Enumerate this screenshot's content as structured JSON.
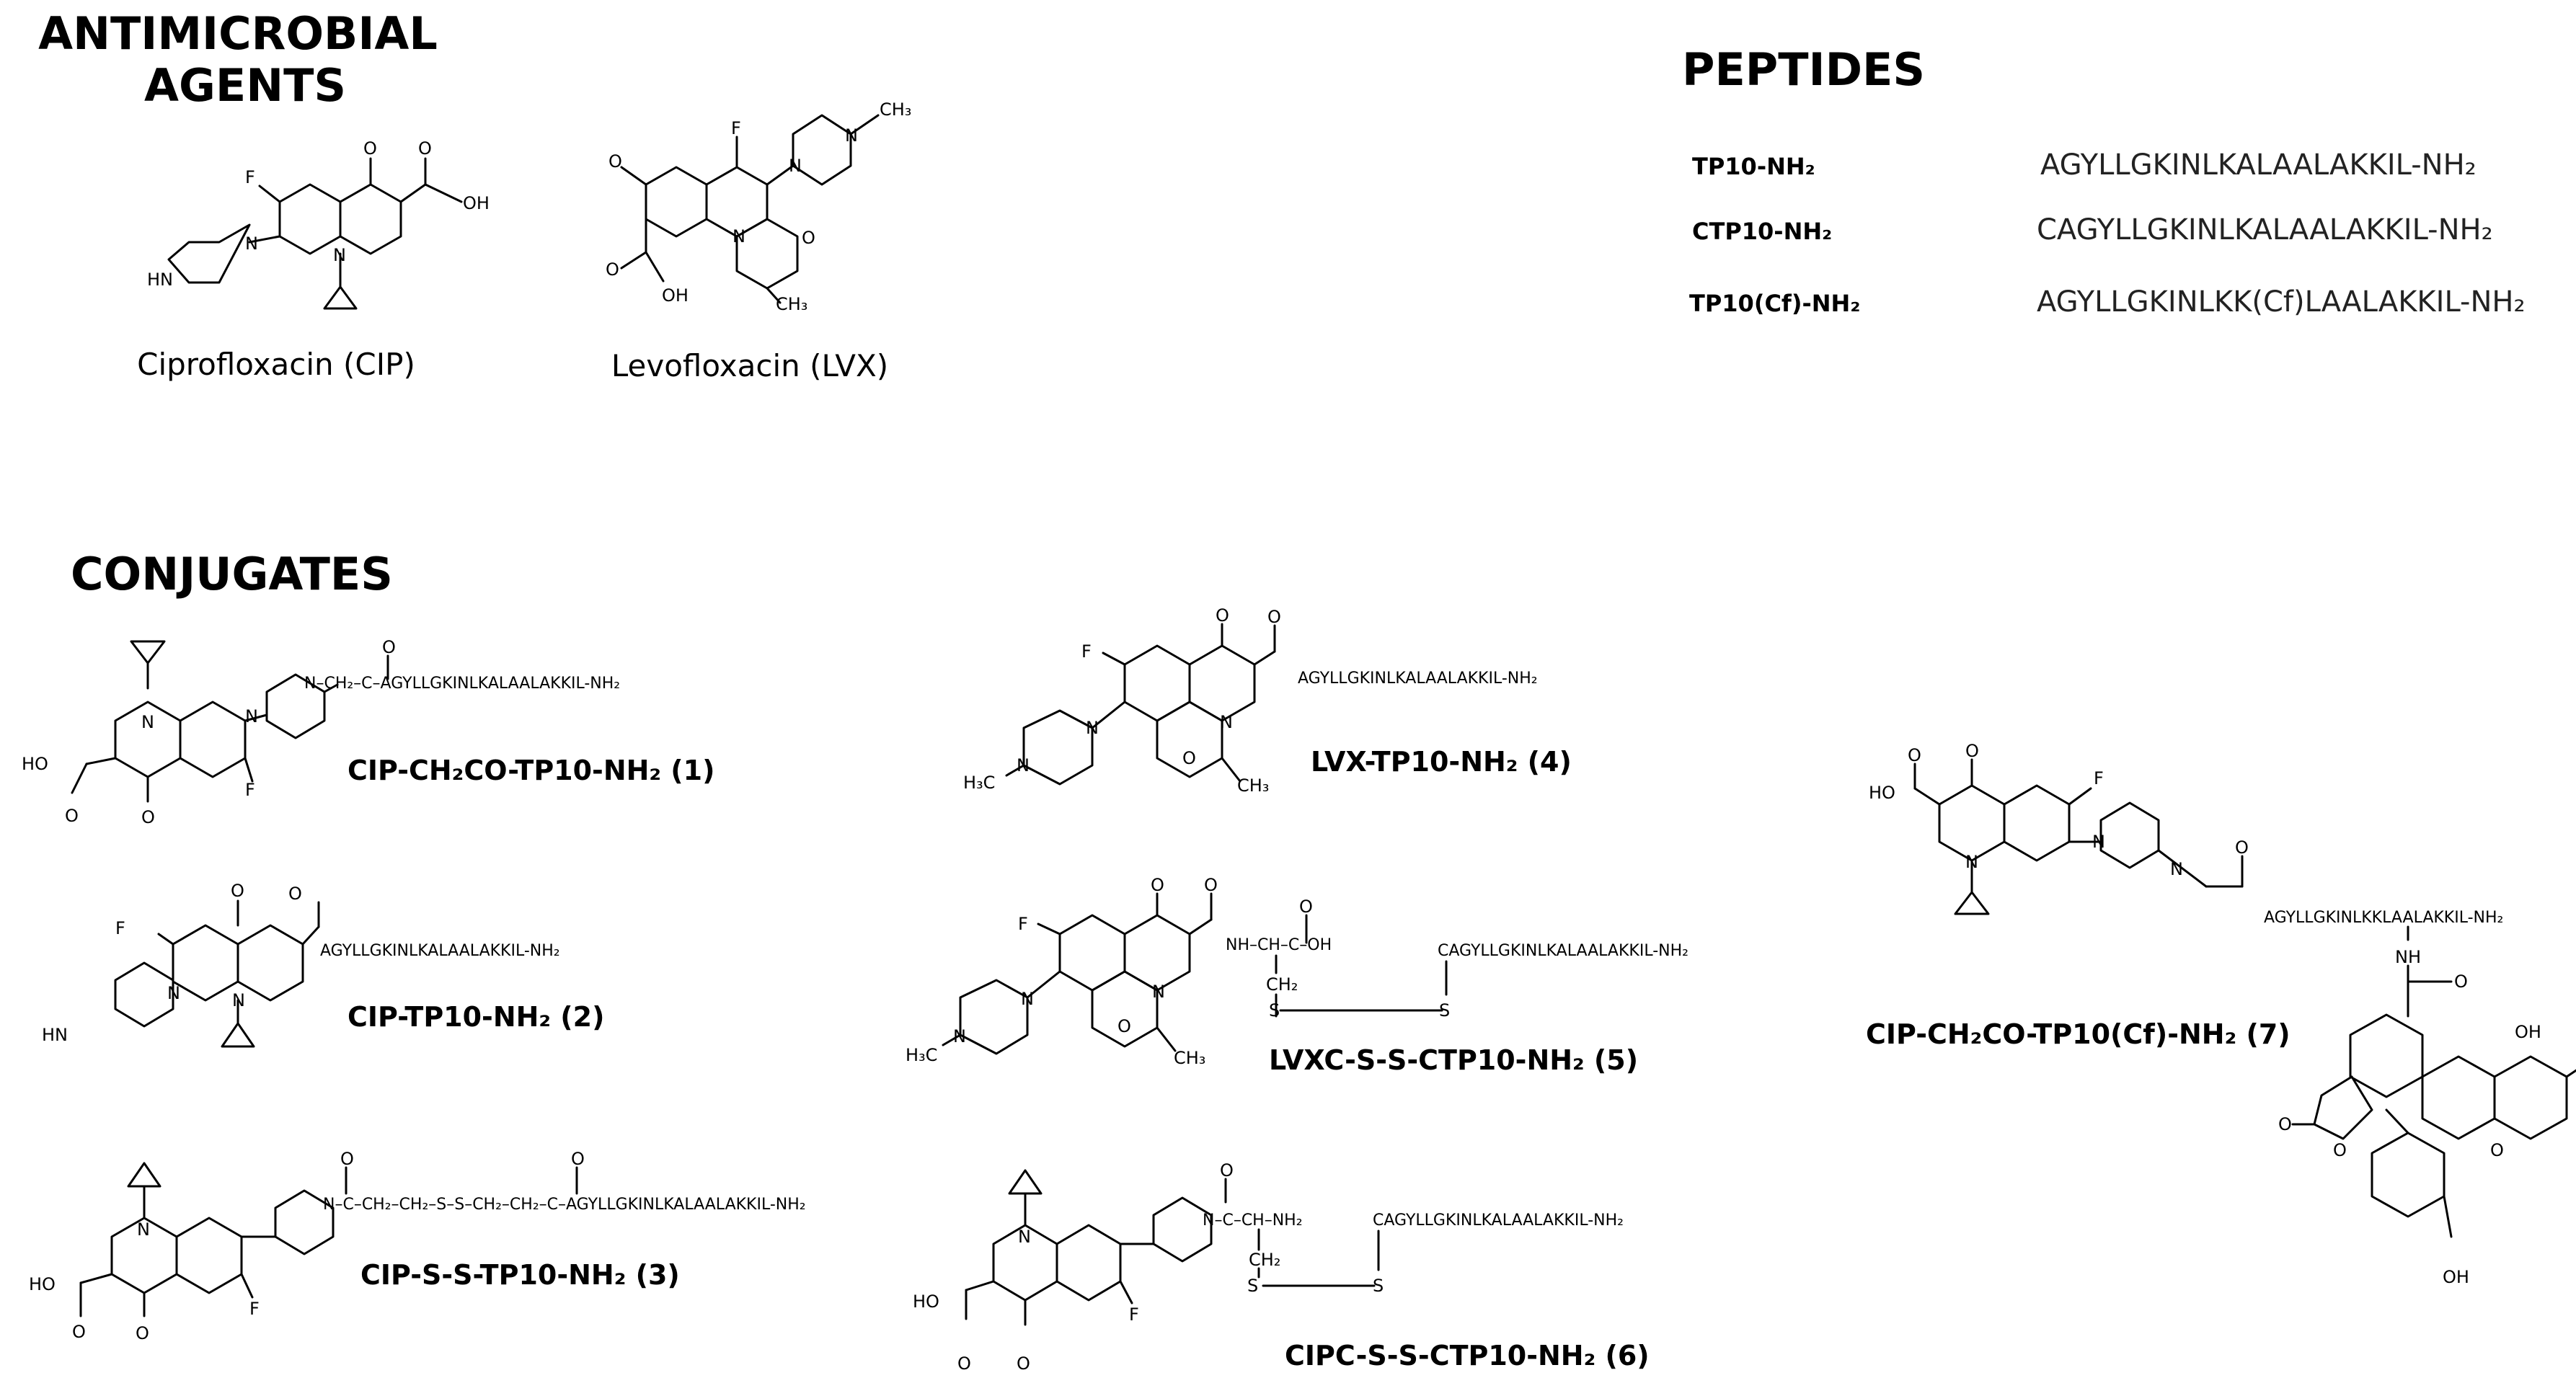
{
  "headings": {
    "antimicrobial_line1": "ANTIMICROBIAL",
    "antimicrobial_line2": "AGENTS",
    "peptides": "PEPTIDES",
    "conjugates": "CONJUGATES"
  },
  "agents": [
    {
      "name": "Ciprofloxacin (CIP)"
    },
    {
      "name": "Levofloxacin (LVX)"
    }
  ],
  "peptides": [
    {
      "label": "TP10-NH₂",
      "sequence": "AGYLLGKINLKALAALAKKIL-NH₂"
    },
    {
      "label": "CTP10-NH₂",
      "sequence": "CAGYLLGKINLKALAALAKKIL-NH₂"
    },
    {
      "label": "TP10(Cf)-NH₂",
      "sequence": "AGYLLGKINLKK(Cf)LAALAKKIL-NH₂"
    }
  ],
  "conjugates": [
    {
      "label": "CIP-CH₂CO-TP10-NH₂ (1)",
      "chain": "N–CH₂–C–AGYLLGKINLKALAALAKKIL-NH₂"
    },
    {
      "label": "CIP-TP10-NH₂ (2)",
      "chain": "AGYLLGKINLKALAALAKKIL-NH₂"
    },
    {
      "label": "CIP-S-S-TP10-NH₂ (3)",
      "chain": "N–C–CH₂–CH₂–S–S–CH₂–CH₂–C–AGYLLGKINLKALAALAKKIL-NH₂"
    },
    {
      "label": "LVX-TP10-NH₂ (4)",
      "chain": "AGYLLGKINLKALAALAKKIL-NH₂"
    },
    {
      "label": "LVXC-S-S-CTP10-NH₂ (5)",
      "chain": "NH–CH–C–OH",
      "chain2": "CAGYLLGKINLKALAALAKKIL-NH₂"
    },
    {
      "label": "CIPC-S-S-CTP10-NH₂ (6)",
      "chain": "N–C–CH–NH₂",
      "chain2": "CAGYLLGKINLKALAALAKKIL-NH₂"
    },
    {
      "label": "CIP-CH₂CO-TP10(Cf)-NH₂ (7)",
      "chain": "AGYLLGKINLKKLAALAKKIL-NH₂"
    }
  ],
  "atoms": {
    "F": "F",
    "O": "O",
    "N": "N",
    "S": "S",
    "OH": "OH",
    "HO": "HO",
    "HN": "HN",
    "NH": "NH",
    "CH3": "CH₃",
    "H3C": "H₃C",
    "CH2": "CH₂",
    "COH": "C–OH"
  }
}
